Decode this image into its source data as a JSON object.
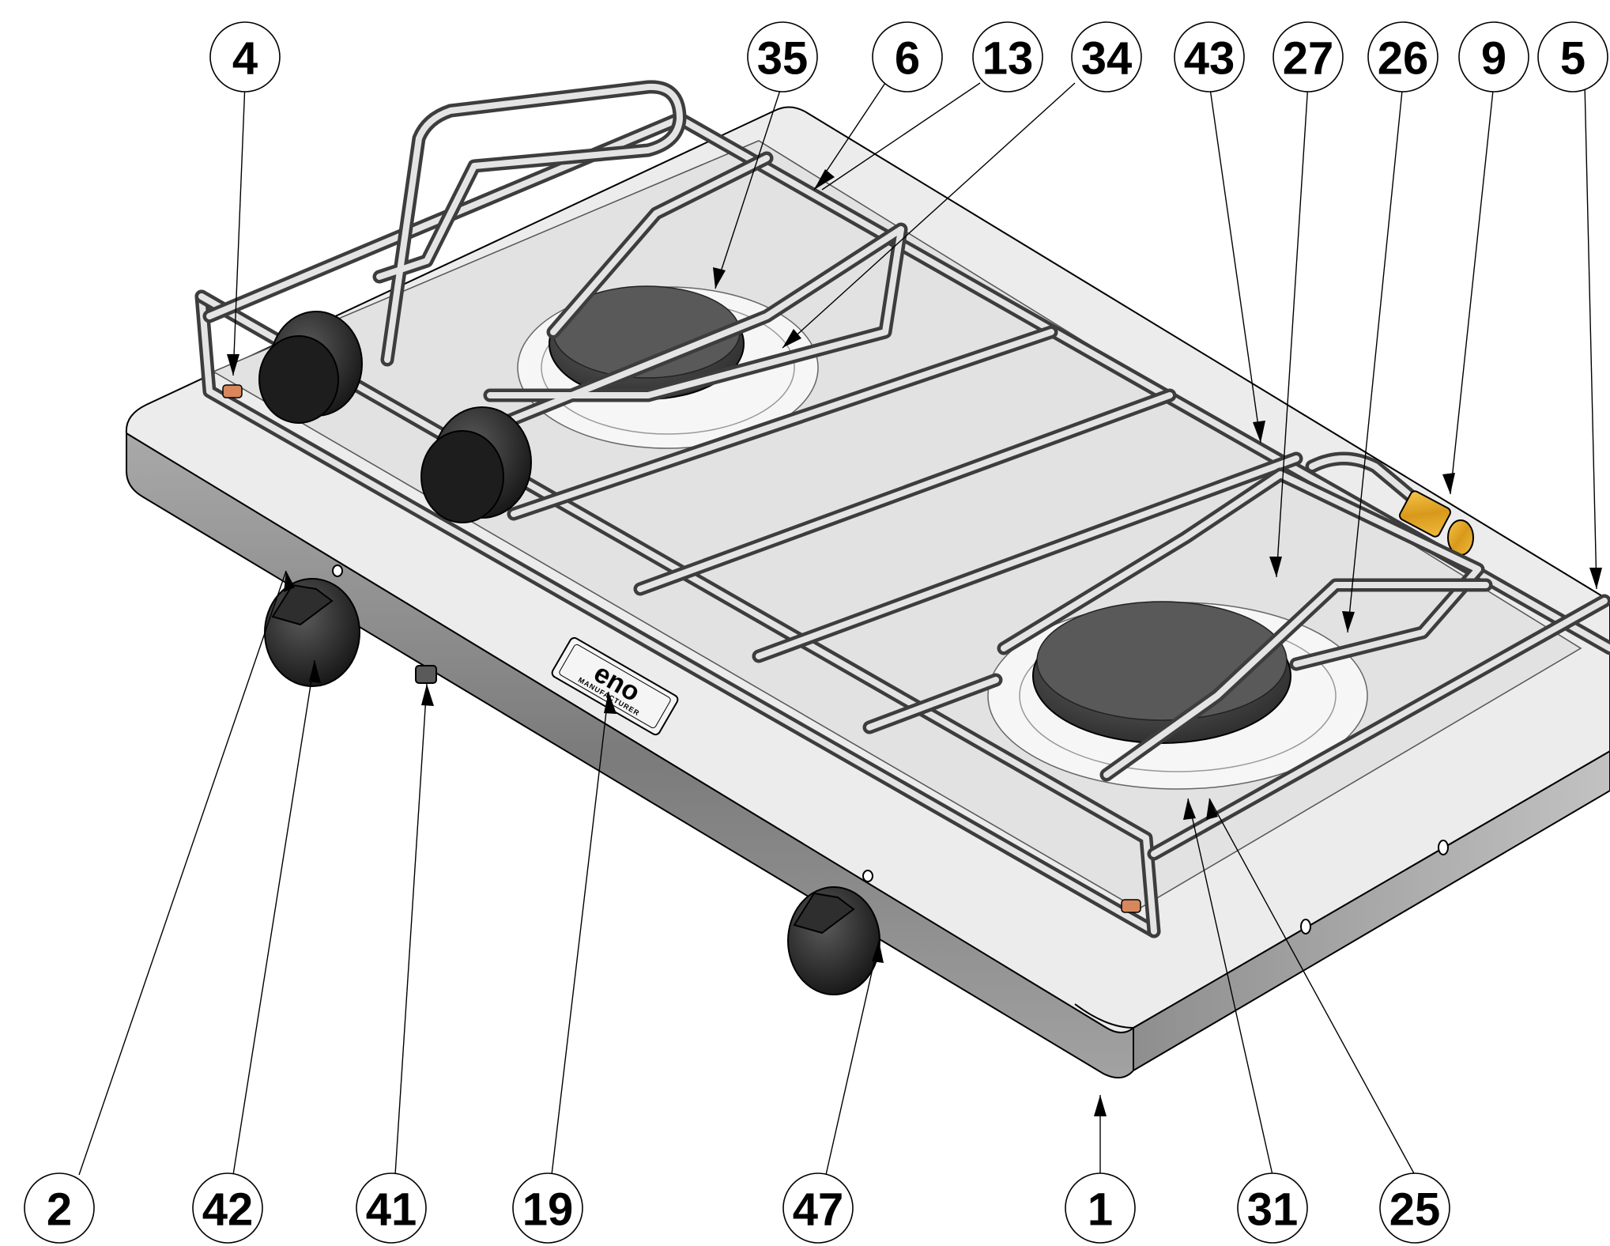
{
  "diagram": {
    "logo": {
      "brand": "eno",
      "tagline": "MANUFACTURER"
    },
    "callouts": [
      {
        "id": "c4",
        "label": "4"
      },
      {
        "id": "c35",
        "label": "35"
      },
      {
        "id": "c6",
        "label": "6"
      },
      {
        "id": "c13",
        "label": "13"
      },
      {
        "id": "c34",
        "label": "34"
      },
      {
        "id": "c43",
        "label": "43"
      },
      {
        "id": "c27",
        "label": "27"
      },
      {
        "id": "c26",
        "label": "26"
      },
      {
        "id": "c9",
        "label": "9"
      },
      {
        "id": "c5",
        "label": "5"
      },
      {
        "id": "c2",
        "label": "2"
      },
      {
        "id": "c42",
        "label": "42"
      },
      {
        "id": "c41",
        "label": "41"
      },
      {
        "id": "c19",
        "label": "19"
      },
      {
        "id": "c47",
        "label": "47"
      },
      {
        "id": "c1",
        "label": "1"
      },
      {
        "id": "c31",
        "label": "31"
      },
      {
        "id": "c25",
        "label": "25"
      }
    ]
  }
}
